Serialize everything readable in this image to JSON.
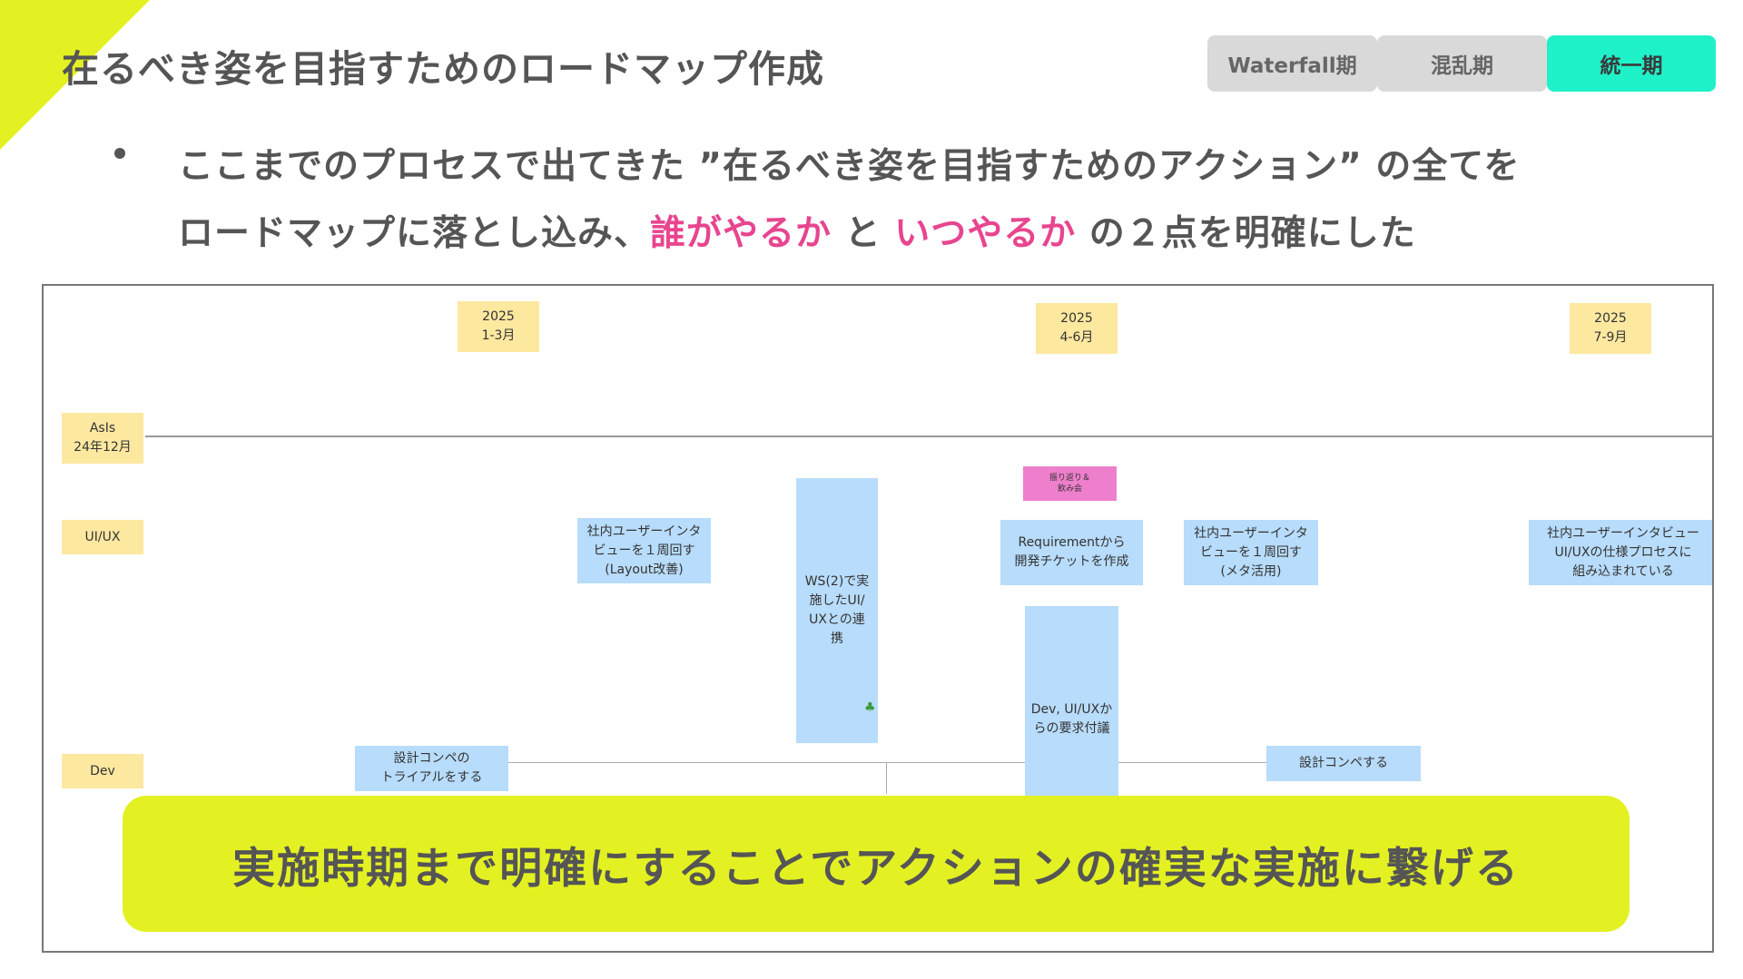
{
  "header": {
    "title": "在るべき姿を目指すためのロードマップ作成",
    "tabs": [
      {
        "label": "Waterfall期",
        "active": false
      },
      {
        "label": "混乱期",
        "active": false
      },
      {
        "label": "統一期",
        "active": true
      }
    ]
  },
  "bullet": {
    "line1": "ここまでのプロセスで出てきた ”在るべき姿を目指すためのアクション” の全てを",
    "line2_pre": "ロードマップに落とし込み、",
    "highlight_who": "誰がやるか",
    "connector": " と ",
    "highlight_when": "いつやるか",
    "line2_post": " の２点を明確にした"
  },
  "roadmap": {
    "periods": [
      "2025\n1-3月",
      "2025\n4-6月",
      "2025\n7-9月"
    ],
    "lanes": [
      "AsIs\n24年12月",
      "UI/UX",
      "Dev"
    ],
    "cards": {
      "uiux_interview_1": "社内ユーザーインタ\nビューを１周回す\n(Layout改善)",
      "ws_collab": "WS(2)で実\n施したUI/\nUXとの連\n携",
      "retro_party": "振り返り＆\n飲み会",
      "requirement_ticket": "Requirementから\n開発チケットを作成",
      "uiux_interview_2": "社内ユーザーインタ\nビューを１周回す\n(メタ活用)",
      "uiux_interview_3": "社内ユーザーインタビュー\nUI/UXの仕様プロセスに\n組み込まれている",
      "dev_requirements": "Dev, UI/UXか\nらの要求付議",
      "design_compe_trial": "設計コンペの\nトライアルをする",
      "design_compe": "設計コンペする"
    }
  },
  "callout": "実施時期まで明確にすることでアクションの確実な実施に繋げる",
  "colors": {
    "accent_lime": "#e3f122",
    "active_tab": "#1ff1c9",
    "highlight_pink": "#e8458f",
    "sticky_yellow": "#fde8a0",
    "sticky_blue": "#b8dcfb",
    "sticky_magenta": "#ee7fcc"
  }
}
